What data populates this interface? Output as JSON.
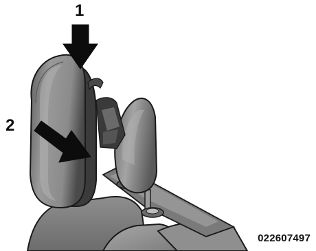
{
  "callouts": {
    "one": "1",
    "two": "2"
  },
  "figure_code": "022607497",
  "colors": {
    "background": "#ffffff",
    "arrow": "#0c0c0c",
    "headrest_fill": "#8a8a8a",
    "headrest_shadow": "#3c3c3c",
    "outline": "#1a1a1a"
  }
}
